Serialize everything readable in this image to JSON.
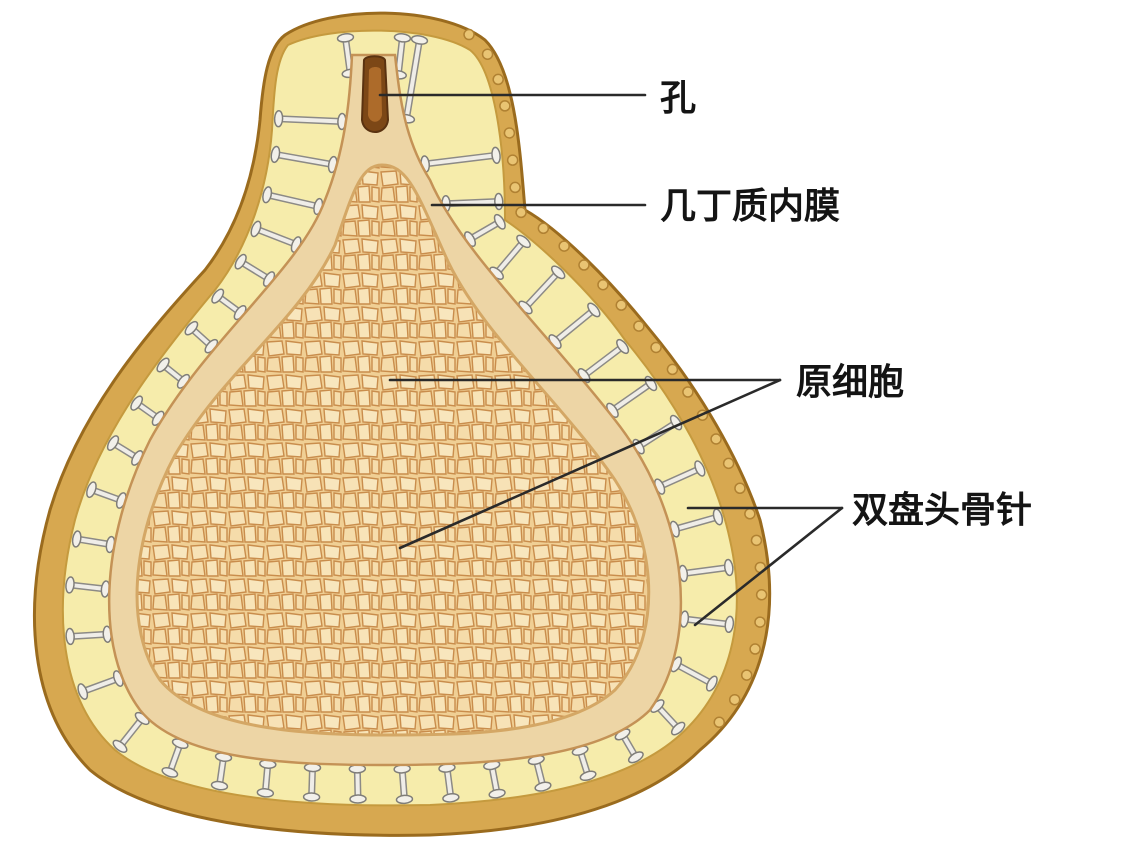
{
  "diagram": {
    "labels": {
      "pore": "孔",
      "chitin_membrane": "几丁质内膜",
      "archaeocytes": "原细胞",
      "amphidisc_spicules": "双盘头骨针"
    },
    "colors": {
      "outer_coat": "#d8a94a",
      "outer_coat_edge": "#a97622",
      "spicule_layer": "#f6ebaa",
      "spicule": "#e6e3dc",
      "inner_membrane": "#ead1a1",
      "cells_fill": "#f4d9a6",
      "cell_walls": "#c78a4a",
      "leader_lines": "#2a2a2a"
    }
  }
}
